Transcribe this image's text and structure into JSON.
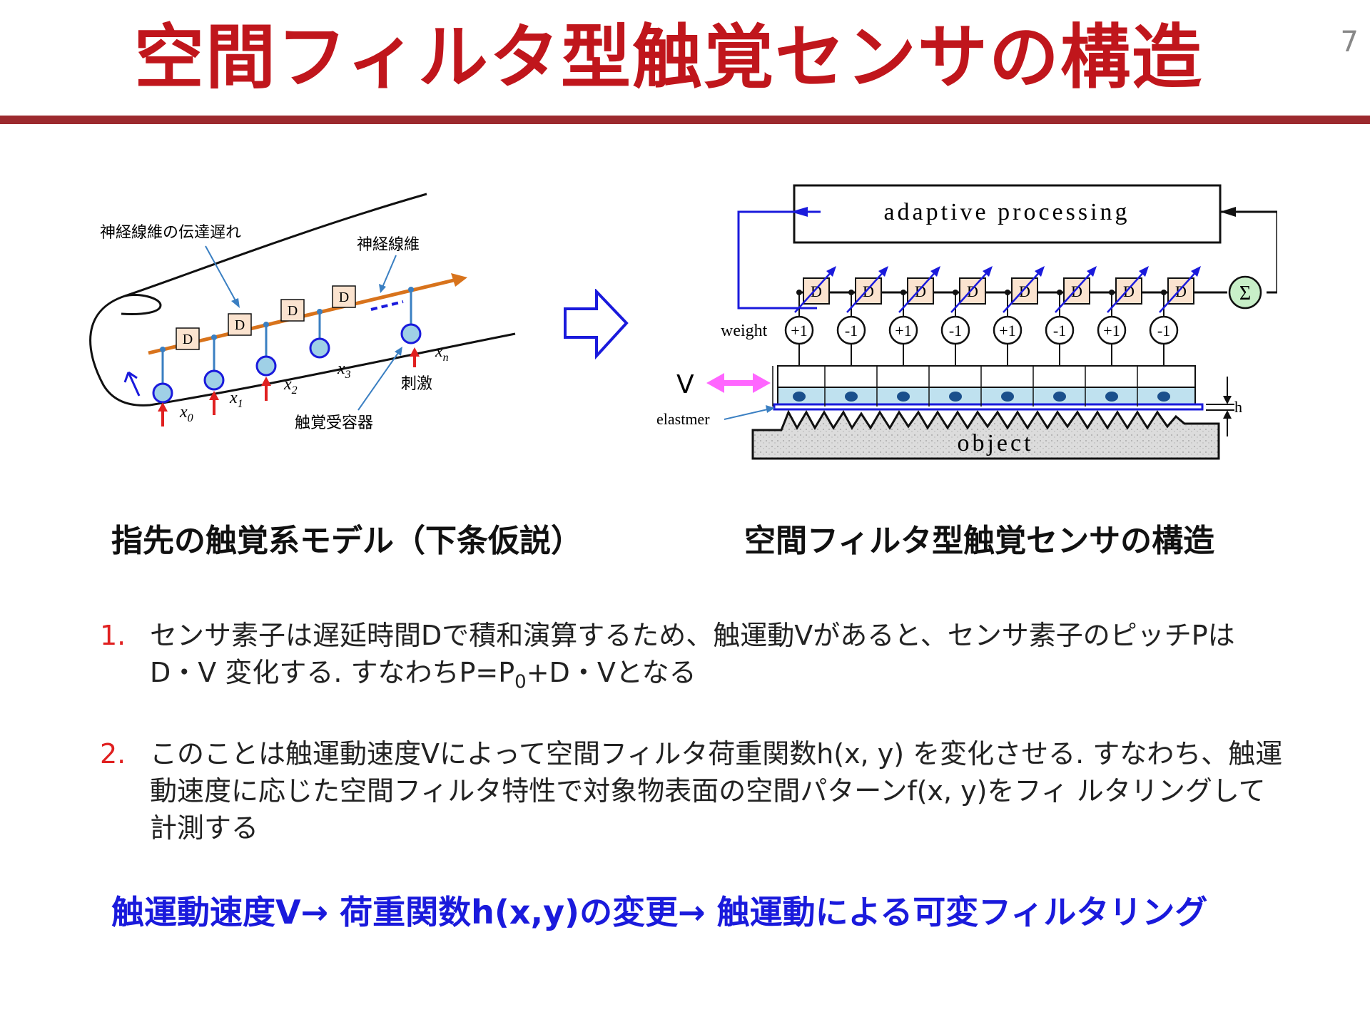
{
  "slide": {
    "title": "空間フィルタ型触覚センサの構造",
    "page_number": "7"
  },
  "left_figure": {
    "label_delay": "神経線維の伝達遅れ",
    "label_nerve": "神経線維",
    "label_stimulus": "刺激",
    "label_receptor": "触覚受容器",
    "delay_box_label": "D",
    "x_labels": [
      "x",
      "x",
      "x",
      "x",
      "x"
    ],
    "x_subscripts": [
      "0",
      "1",
      "2",
      "3",
      "n"
    ],
    "caption": "指先の触覚系モデル（下条仮説）"
  },
  "right_figure": {
    "adaptive_label": "adaptive processing",
    "delay_box_label": "D",
    "sum_label": "Σ",
    "weight_label": "weight",
    "weights": [
      "+1",
      "-1",
      "+1",
      "-1",
      "+1",
      "-1",
      "+1",
      "-1"
    ],
    "v_label": "V",
    "elastmer_label": "elastmer",
    "h_label": "h",
    "object_label": "object",
    "caption": "空間フィルタ型触覚センサの構造"
  },
  "points": [
    {
      "number": "1.",
      "line1": "センサ素子は遅延時間Dで積和演算するため、触運動Vがあると、センサ素子のピッチPは",
      "line2_pre": "D・V 変化する. すなわちP=P",
      "line2_sub": "0",
      "line2_post": "+D・Vとなる"
    },
    {
      "number": "2.",
      "text": " このことは触運動速度Vによって空間フィルタ荷重関数h(x, y) を変化させる. すなわち、触運動速度に応じた空間フィルタ特性で対象物表面の空間パターンf(x, y)をフィ ルタリングして計測する"
    }
  ],
  "summary": "触運動速度V→ 荷重関数h(x,y)の変更→ 触運動による可変フィルタリング",
  "colors": {
    "title": "#c0161c",
    "rule": "#9c2a2e",
    "accent_blue": "#1a1adc",
    "number_red": "#e02020",
    "nerve_orange": "#d8731c",
    "receptor_blue": "#9fd0e6",
    "delay_box": "#fbe3cf",
    "sum_green": "#c8efc8",
    "arrow_pink": "#ff66ff"
  }
}
